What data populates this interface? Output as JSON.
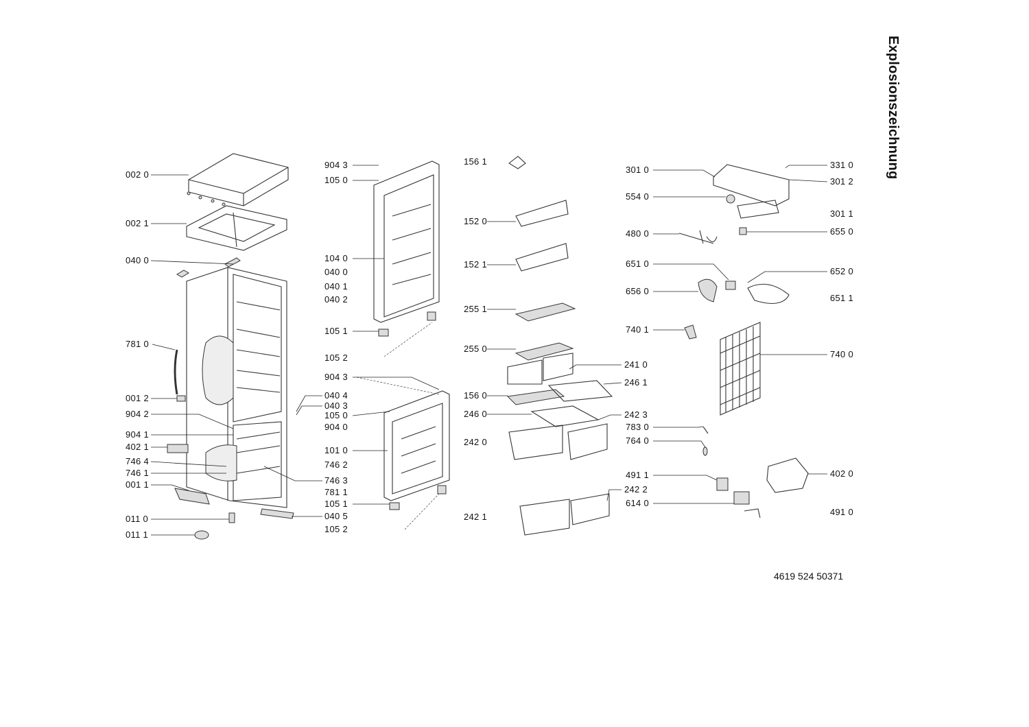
{
  "title": "Explosionszeichnung",
  "document_number": "4619 524 50371",
  "labels": {
    "left": [
      "002 0",
      "002 1",
      "040 0",
      "781 0",
      "001 2",
      "904 2",
      "904 1",
      "402 1",
      "746 4",
      "746 1",
      "001 1",
      "011 0",
      "011 1"
    ],
    "col2": [
      "904 3",
      "105 0",
      "104 0",
      "040 0",
      "040 1",
      "040 2",
      "105 1",
      "105 2",
      "904 3",
      "040 4",
      "040 3",
      "105 0",
      "904 0",
      "101 0",
      "746 2",
      "746 3",
      "781 1",
      "105 1",
      "040 5",
      "105 2"
    ],
    "col3": [
      "156 1",
      "152 0",
      "152 1",
      "255 1",
      "255 0",
      "156 0",
      "246 0",
      "242 0",
      "242 1"
    ],
    "col3r": [
      "241 0",
      "246 1",
      "242 3",
      "242 2"
    ],
    "col4": [
      "301 0",
      "554 0",
      "480 0",
      "651 0",
      "656 0",
      "740 1",
      "783 0",
      "764 0",
      "491 1",
      "614 0"
    ],
    "right": [
      "331 0",
      "301 2",
      "301 1",
      "655 0",
      "652 0",
      "651 1",
      "740 0",
      "402 0",
      "491 0"
    ]
  }
}
